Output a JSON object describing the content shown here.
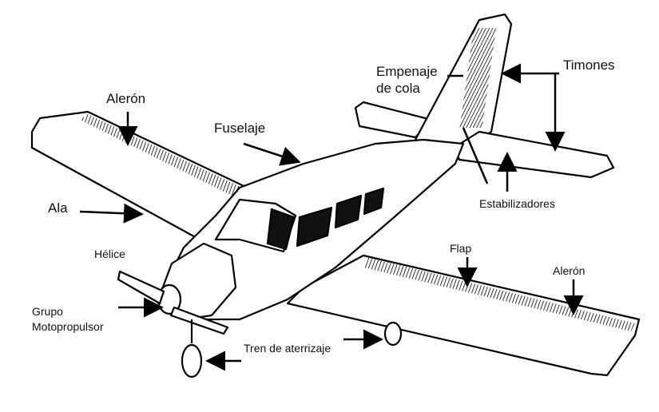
{
  "labels": {
    "aileron_left": "Alerón",
    "fuselage": "Fuselaje",
    "empennage_line1": "Empenaje",
    "empennage_line2": "de cola",
    "rudders": "Timones",
    "wing": "Ala",
    "stabilizers": "Estabilizadores",
    "propeller": "Hélice",
    "flap": "Flap",
    "aileron_right": "Alerón",
    "powerplant_line1": "Grupo",
    "powerplant_line2": "Motopropulsor",
    "landing_gear": "Tren de aterrizaje"
  }
}
